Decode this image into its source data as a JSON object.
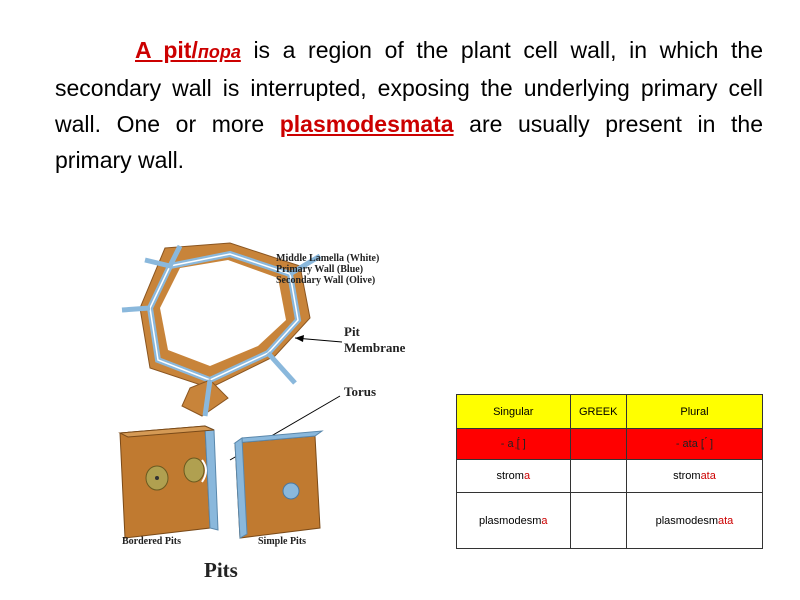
{
  "intro": {
    "term1": "A pit/",
    "term1_ru": "пора",
    "text1": " is a region of the plant cell wall, in which the secondary wall is interrupted, exposing the underlying primary cell wall. One or more ",
    "term2": "plasmodesmata",
    "text2": " are  usually present in the primary wall."
  },
  "figure": {
    "legend": [
      "Middle Lamella (White)",
      "Primary Wall (Blue)",
      "Secondary Wall (Olive)"
    ],
    "pit_membrane": [
      "Pit",
      "Membrane"
    ],
    "torus": "Torus",
    "bordered_pits": "Bordered Pits",
    "simple_pits": "Simple Pits",
    "title": "Pits"
  },
  "table": {
    "headers": [
      "Singular",
      "GREEK",
      "Plural"
    ],
    "suffix_row": [
      "- a [̣́ ]",
      "",
      "- ata [ ̣́́ ]"
    ],
    "rows": [
      {
        "stem": "strom",
        "sing_suffix": "a",
        "plural_suffix": "ata"
      },
      {
        "stem": "plasmodesm",
        "sing_suffix": "a",
        "plural_suffix": "ata"
      }
    ]
  },
  "colors": {
    "term": "#cc0000",
    "header_bg": "#ffff00",
    "suffix_bg": "#ff0000",
    "wall_brown": "#c8843a",
    "wall_blue": "#8ab8dc"
  }
}
